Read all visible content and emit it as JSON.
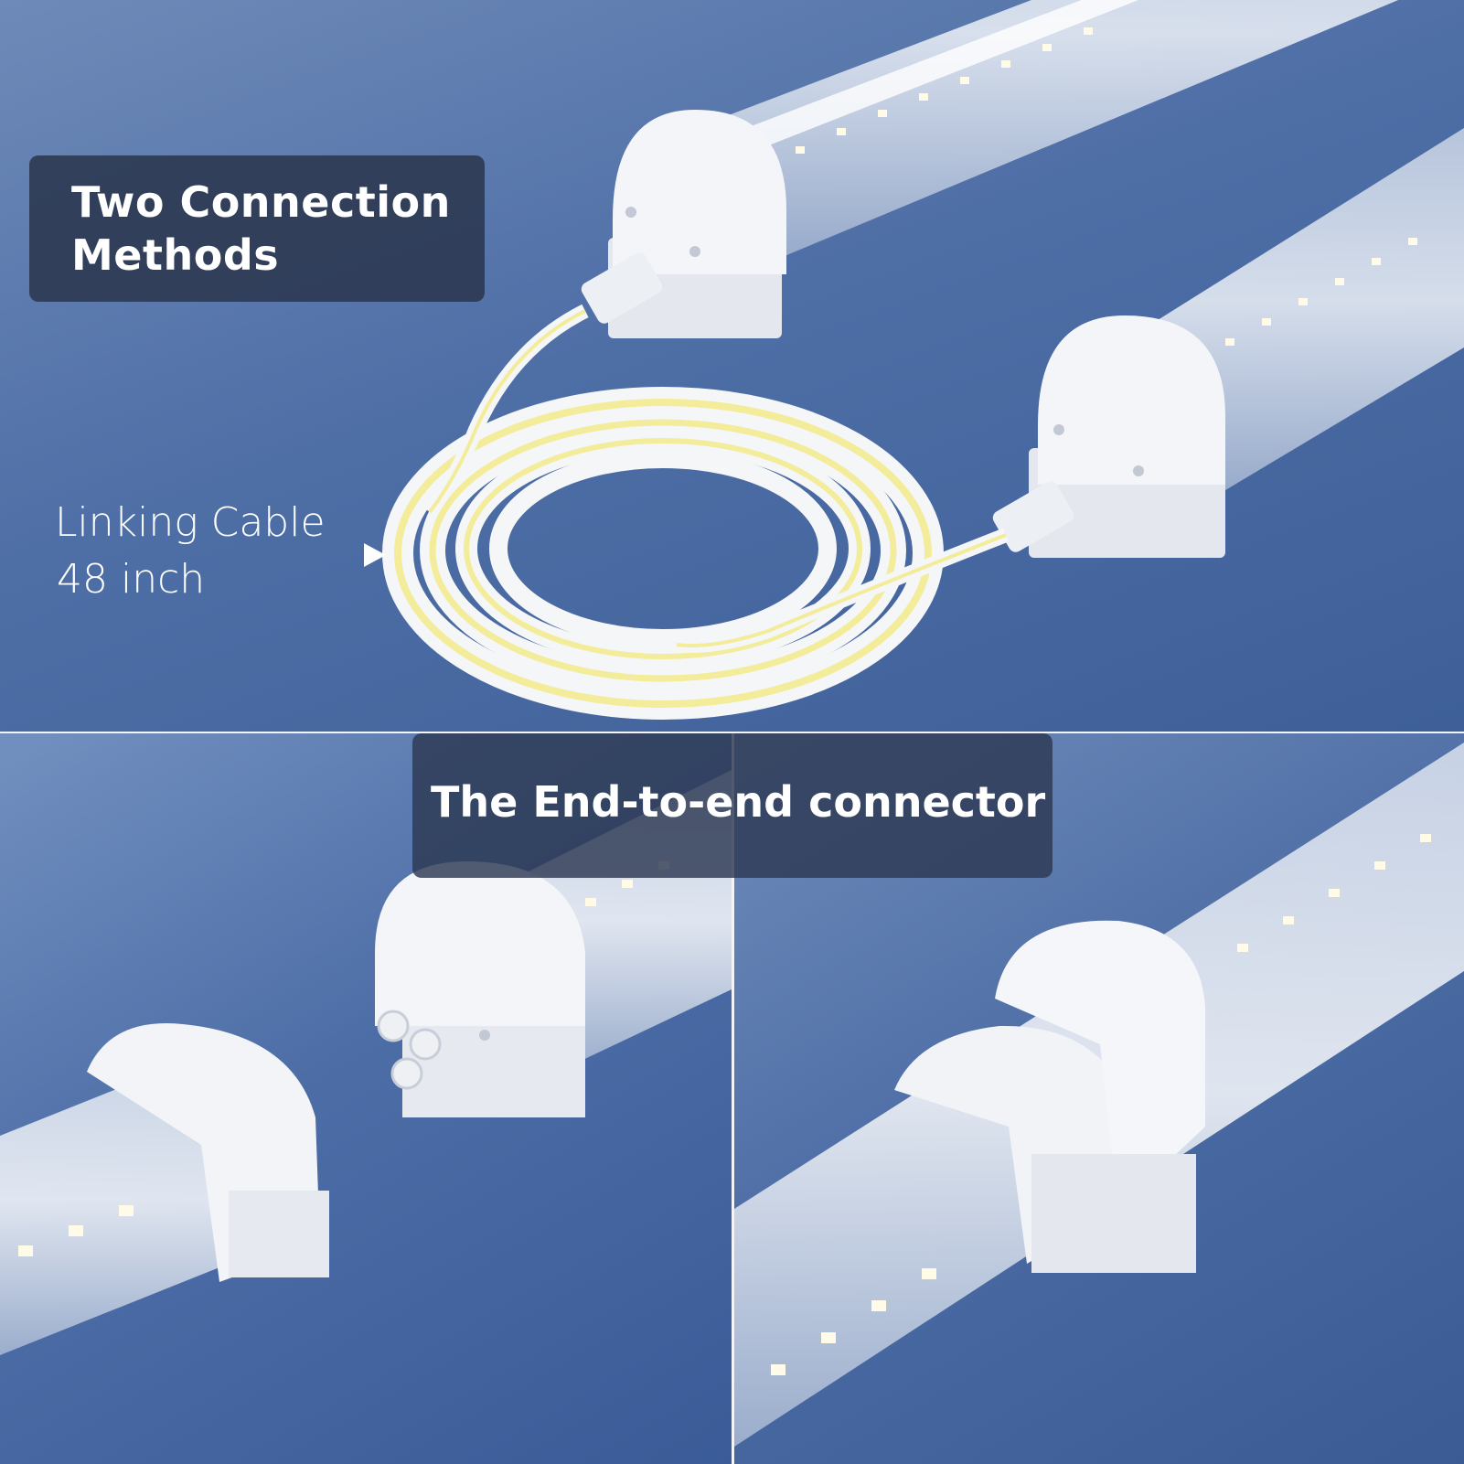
{
  "labels": {
    "title_line1": "Two Connection",
    "title_line2": "Methods",
    "cable_line1": "Linking Cable",
    "cable_line2": "48 inch",
    "connector": "The End-to-end connector"
  },
  "colors": {
    "background_blue": "#4a6aa3",
    "label_box": "#2c3852",
    "label_text": "#ffffff",
    "cable_yellow": "#f3ec9a",
    "fixture_white": "#f2f3f6"
  },
  "icons": {
    "pointer": "play-arrow-icon"
  }
}
